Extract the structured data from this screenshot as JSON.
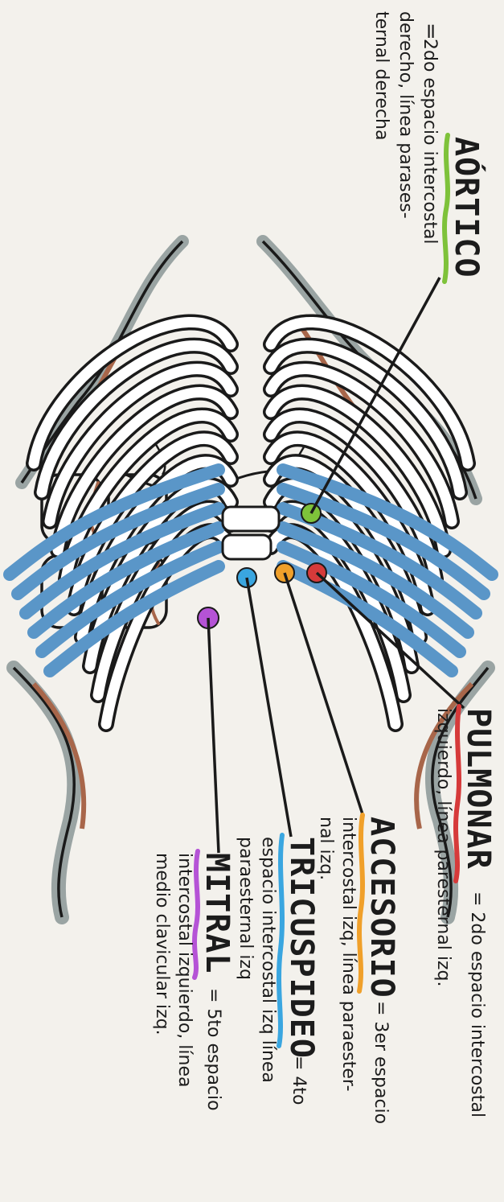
{
  "foci": {
    "aortico": {
      "title": "AÓRTICO",
      "prefix": "=",
      "line1": "2do espacio intercostal",
      "line2": "derecho, línea parases-",
      "line3": "ternal derecha",
      "color": "#7ec23a"
    },
    "pulmonar": {
      "title": "PULMONAR",
      "line1": "= 2do espacio intercostal",
      "line2": "izquierdo, línea paresternal izq.",
      "color": "#d63a3a"
    },
    "accesorio": {
      "title": "ACCESORIO",
      "line1": "= 3er espacio",
      "line2": "intercostal izq, línea paraester-",
      "line3": "nal izq.",
      "color": "#f0a02a"
    },
    "tricuspideo": {
      "title": "TRICUSPIDEO",
      "line1": "= 4to",
      "line2": "espacio intercostal izq línea",
      "line3": "paraesternal izq",
      "color": "#3aa6e0"
    },
    "mitral": {
      "title": "MITRAL",
      "line1": "= 5to espacio",
      "line2": "intercostal izquierdo, línea",
      "line3": "medio clavicular izq.",
      "color": "#b553d6"
    }
  },
  "colors": {
    "outline": "#1a1a1a",
    "skin_shadow": "#8a9696",
    "skin_edge": "#a8664a",
    "rib_fill": "#ffffff",
    "costal_cartilage": "#5a96c8",
    "paper": "#f3f1ec"
  }
}
